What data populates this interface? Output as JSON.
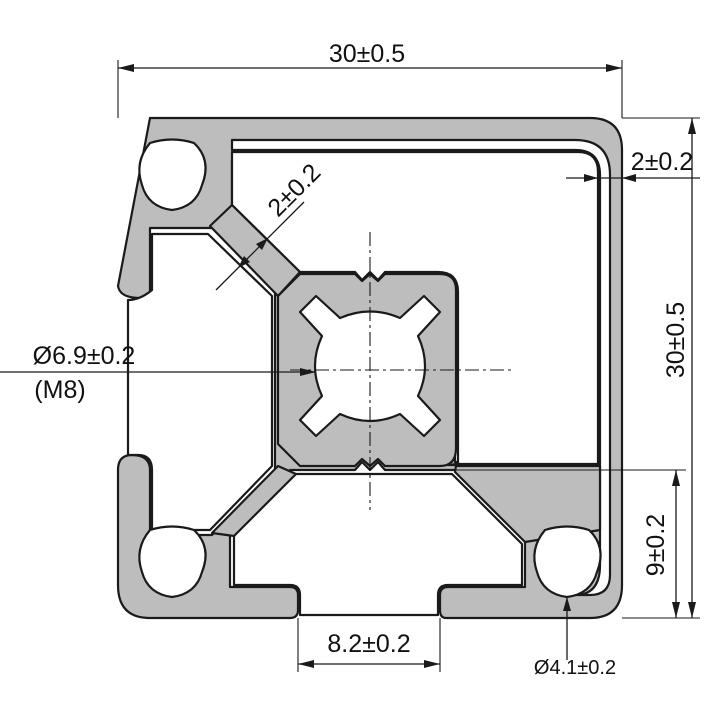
{
  "drawing": {
    "dimensions": {
      "overall_width": "30±0.5",
      "overall_height": "30±0.5",
      "wall_thickness_outer": "2±0.2",
      "wall_thickness_diagonal": "2±0.2",
      "center_bore_diameter": "Ø6.9±0.2",
      "center_bore_thread": "(M8)",
      "slot_width": "8.2±0.2",
      "corner_hole_offset": "9±0.2",
      "corner_hole_diameter": "Ø4.1±0.2"
    }
  }
}
